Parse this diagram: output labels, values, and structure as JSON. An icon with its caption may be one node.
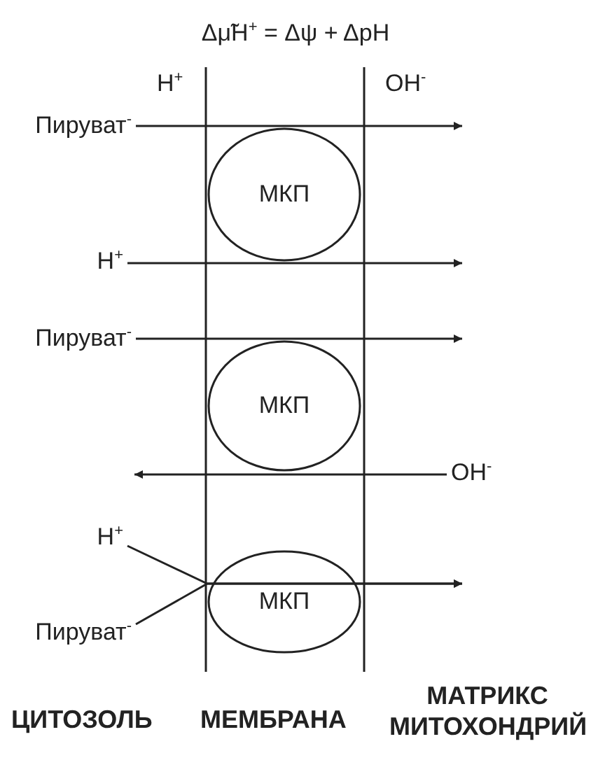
{
  "diagram": {
    "title": "Δμ̃H$^{+}$ = Δψ + ΔpH",
    "nodes": [
      {
        "text": [
          "Пируват$^{-}$"
        ]
      },
      {
        "text": [
          "МКП"
        ]
      },
      {
        "text": [
          "H$^{+}$"
        ]
      },
      {
        "text": [
          "Пируват$^{-}$"
        ]
      },
      {
        "text": [
          "МКП"
        ]
      },
      {
        "text": [
          "OH$^{-}$"
        ]
      },
      {
        "text": [
          "H$^{+}$"
        ]
      },
      {
        "text": [
          "Пируват$^{-}$"
        ]
      },
      {
        "text": [
          "МКП"
        ]
      }
    ],
    "edges": [
      {
        "from": 0,
        "to": null,
        "arrow": "to"
      },
      {
        "from": 2,
        "to": null,
        "arrow": "to"
      },
      {
        "from": 3,
        "to": null,
        "arrow": "to"
      },
      {
        "from": 5,
        "to": null,
        "arrow": "to"
      },
      {
        "from": 6,
        "to": null,
        "arrow": "to"
      },
      {
        "from": 7,
        "to": null,
        "arrow": "to"
      }
    ],
    "labels": [
      "H$^{+}$",
      "OH$^{-}$",
      "ЦИТОЗОЛЬ",
      "МЕМБРАНА",
      "МАТРИКС МИТОХОНДРИЙ"
    ]
  }
}
